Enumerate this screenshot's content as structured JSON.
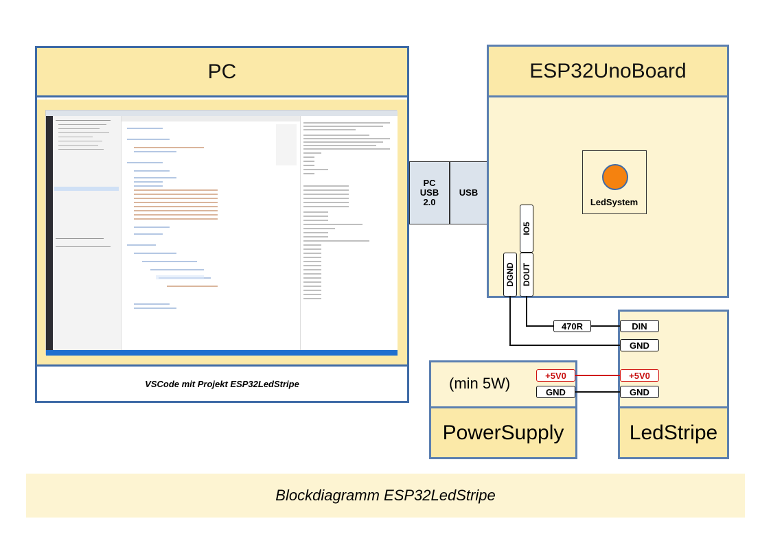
{
  "pc": {
    "title": "PC",
    "caption": "VSCode mit Projekt ESP32LedStripe"
  },
  "usb": {
    "pc_side": "PC\nUSB\n2.0",
    "board_side": "USB"
  },
  "board": {
    "title": "ESP32UnoBoard",
    "led_system": "LedSystem",
    "pin_io5": "IO5",
    "pin_dout": "DOUT",
    "pin_dgnd": "DGND",
    "led_color": "#f5820f"
  },
  "resistor": "470R",
  "led_stripe": {
    "title": "LedStripe",
    "din": "DIN",
    "gnd1": "GND",
    "v5": "+5V0",
    "gnd2": "GND"
  },
  "power_supply": {
    "title": "PowerSupply",
    "rating": "(min 5W)",
    "v5": "+5V0",
    "gnd": "GND"
  },
  "footer": "Blockdiagramm ESP32LedStripe",
  "colors": {
    "block_border": "#5b7fb0",
    "header_fill": "#fbe9a8",
    "body_fill": "#fdf4d2",
    "power_wire": "#d01010"
  }
}
